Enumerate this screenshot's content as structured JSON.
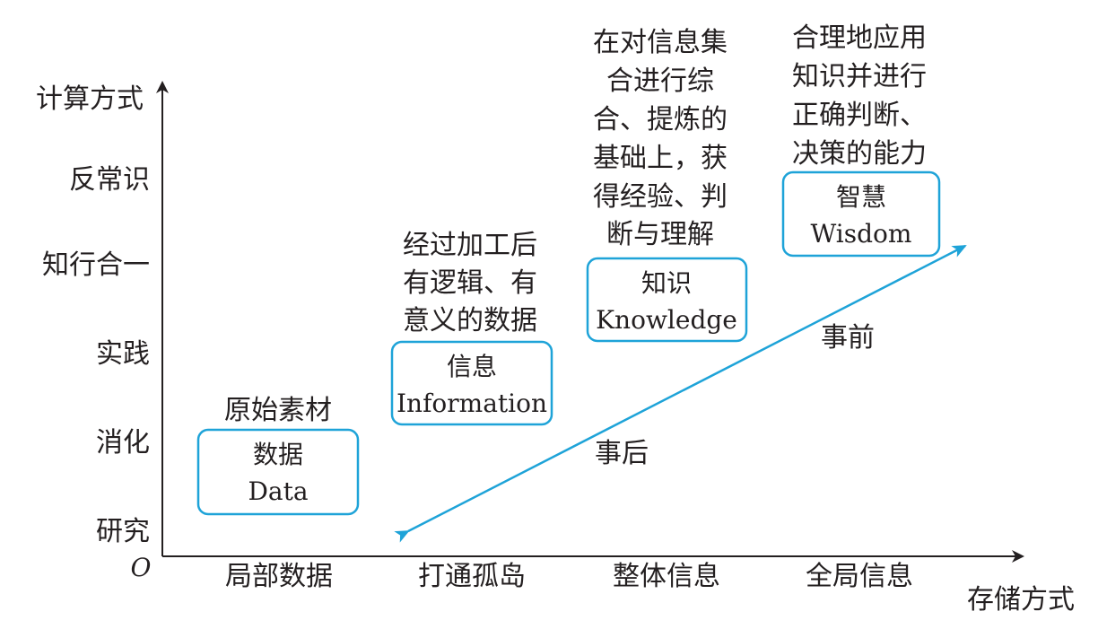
{
  "axes": {
    "y_title": "计算方式",
    "x_title": "存储方式",
    "origin": "O",
    "y_ticks": [
      "研究",
      "消化",
      "实践",
      "知行合一",
      "反常识"
    ],
    "x_ticks": [
      "局部数据",
      "打通孤岛",
      "整体信息",
      "全局信息"
    ]
  },
  "stages": [
    {
      "cn": "数据",
      "en": "Data",
      "description": [
        "原始素材"
      ]
    },
    {
      "cn": "信息",
      "en": "Information",
      "description": [
        "经过加工后",
        "有逻辑、有",
        "意义的数据"
      ]
    },
    {
      "cn": "知识",
      "en": "Knowledge",
      "description": [
        "在对信息集",
        "合进行综",
        "合、提炼的",
        "基础上，获",
        "得经验、判",
        "断与理解"
      ]
    },
    {
      "cn": "智慧",
      "en": "Wisdom",
      "description": [
        "合理地应用",
        "知识并进行",
        "正确判断、",
        "决策的能力"
      ]
    }
  ],
  "arrow": {
    "start_label": "事后",
    "end_label": "事前"
  },
  "colors": {
    "accent": "#1ea3d8",
    "text": "#231f20"
  }
}
